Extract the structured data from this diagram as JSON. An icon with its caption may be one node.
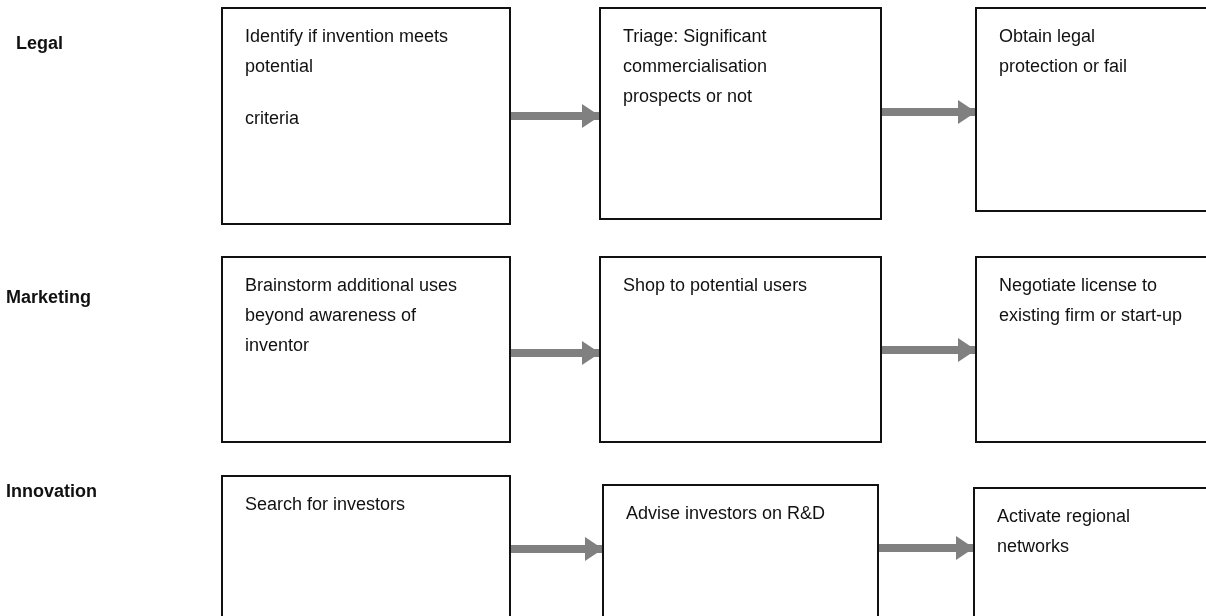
{
  "diagram": {
    "nodes": [
      {
        "text": [
          "Identify if invention meets potential",
          "criteria"
        ]
      },
      {
        "text": [
          "Triage: Significant commercialisation prospects or not"
        ]
      },
      {
        "text": [
          "Obtain legal protection or fail"
        ]
      },
      {
        "text": [
          "Brainstorm additional uses beyond awareness of inventor"
        ]
      },
      {
        "text": [
          "Shop to potential users"
        ]
      },
      {
        "text": [
          "Negotiate license to existing firm or start-up"
        ]
      },
      {
        "text": [
          "Search for investors"
        ]
      },
      {
        "text": [
          "Advise investors on R&D"
        ]
      },
      {
        "text": [
          "Activate regional networks"
        ]
      }
    ],
    "edges": [
      {
        "from": 0,
        "to": 1,
        "arrow": "to"
      },
      {
        "from": 1,
        "to": 2,
        "arrow": "to"
      },
      {
        "from": 3,
        "to": 4,
        "arrow": "to"
      },
      {
        "from": 4,
        "to": 5,
        "arrow": "to"
      },
      {
        "from": 6,
        "to": 7,
        "arrow": "to"
      },
      {
        "from": 7,
        "to": 8,
        "arrow": "to"
      }
    ],
    "labels": [
      "Legal",
      "Marketing",
      "Innovation"
    ]
  }
}
